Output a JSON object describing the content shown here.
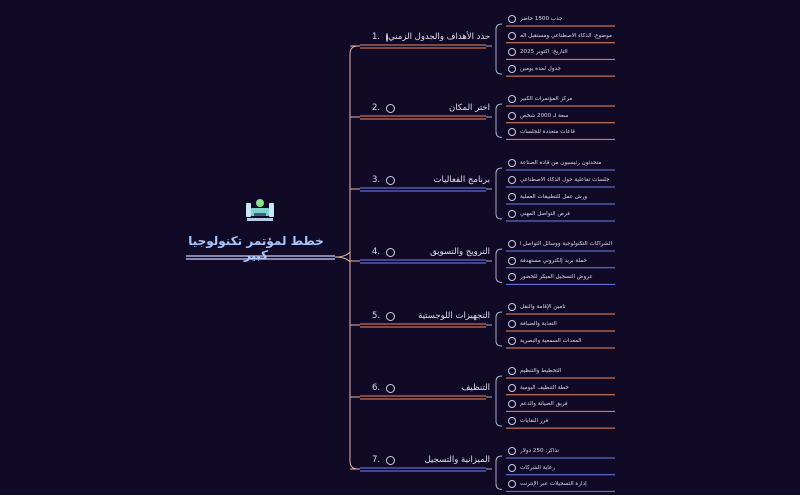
{
  "root": {
    "title": "خطط لمؤتمر تكنولوجيا كبير",
    "icon": "conference-meeting-icon"
  },
  "colors": {
    "background": "#110a26",
    "root_underline": "#cfd3ff",
    "branch_orange": "#f08a5d",
    "branch_blue": "#6f7df0",
    "connector": "#e3b6a8"
  },
  "branches": [
    {
      "num": "1.",
      "label": "حدد الأهداف والجدول الزمني",
      "color": "orange",
      "leaves": [
        "جذب 1500 حاضر",
        "موضوع: الذكاء الاصطناعي ومستقبل العمل",
        "التاريخ: أكتوبر 2025",
        "جدول لمدة يومين"
      ]
    },
    {
      "num": "2.",
      "label": "اختر المكان",
      "color": "orange",
      "leaves": [
        "مركز المؤتمرات الكبير",
        "سعة لـ 2000 شخص",
        "قاعات متعددة للجلسات"
      ]
    },
    {
      "num": "3.",
      "label": "برنامج الفعاليات",
      "color": "blue",
      "leaves": [
        "متحدثون رئيسيون من قادة الصناعة",
        "جلسات تفاعلية حول الذكاء الاصطناعي",
        "ورش عمل للتطبيقات العملية",
        "فرص التواصل المهني"
      ]
    },
    {
      "num": "4.",
      "label": "الترويج والتسويق",
      "color": "blue",
      "leaves": [
        "الشراكات التكنولوجية ووسائل التواصل الاجتماعي",
        "حملة بريد إلكتروني مستهدفة",
        "عروض التسجيل المبكر للحضور"
      ]
    },
    {
      "num": "5.",
      "label": "التجهيزات اللوجستية",
      "color": "orange",
      "leaves": [
        "تأمين الإقامة والنقل",
        "التغذية والضيافة",
        "المعدات السمعية والبصرية"
      ]
    },
    {
      "num": "6.",
      "label": "التنظيف",
      "color": "orange",
      "leaves": [
        "التخطيط والتنظيم",
        "خطة التنظيف اليومية",
        "فريق الصيانة والدعم",
        "فرز النفايات"
      ]
    },
    {
      "num": "7.",
      "label": "الميزانية والتسجيل",
      "color": "blue",
      "leaves": [
        "تذاكر: 250 دولار",
        "رعاية الشركات",
        "إدارة التسجيلات عبر الإنترنت"
      ]
    }
  ]
}
